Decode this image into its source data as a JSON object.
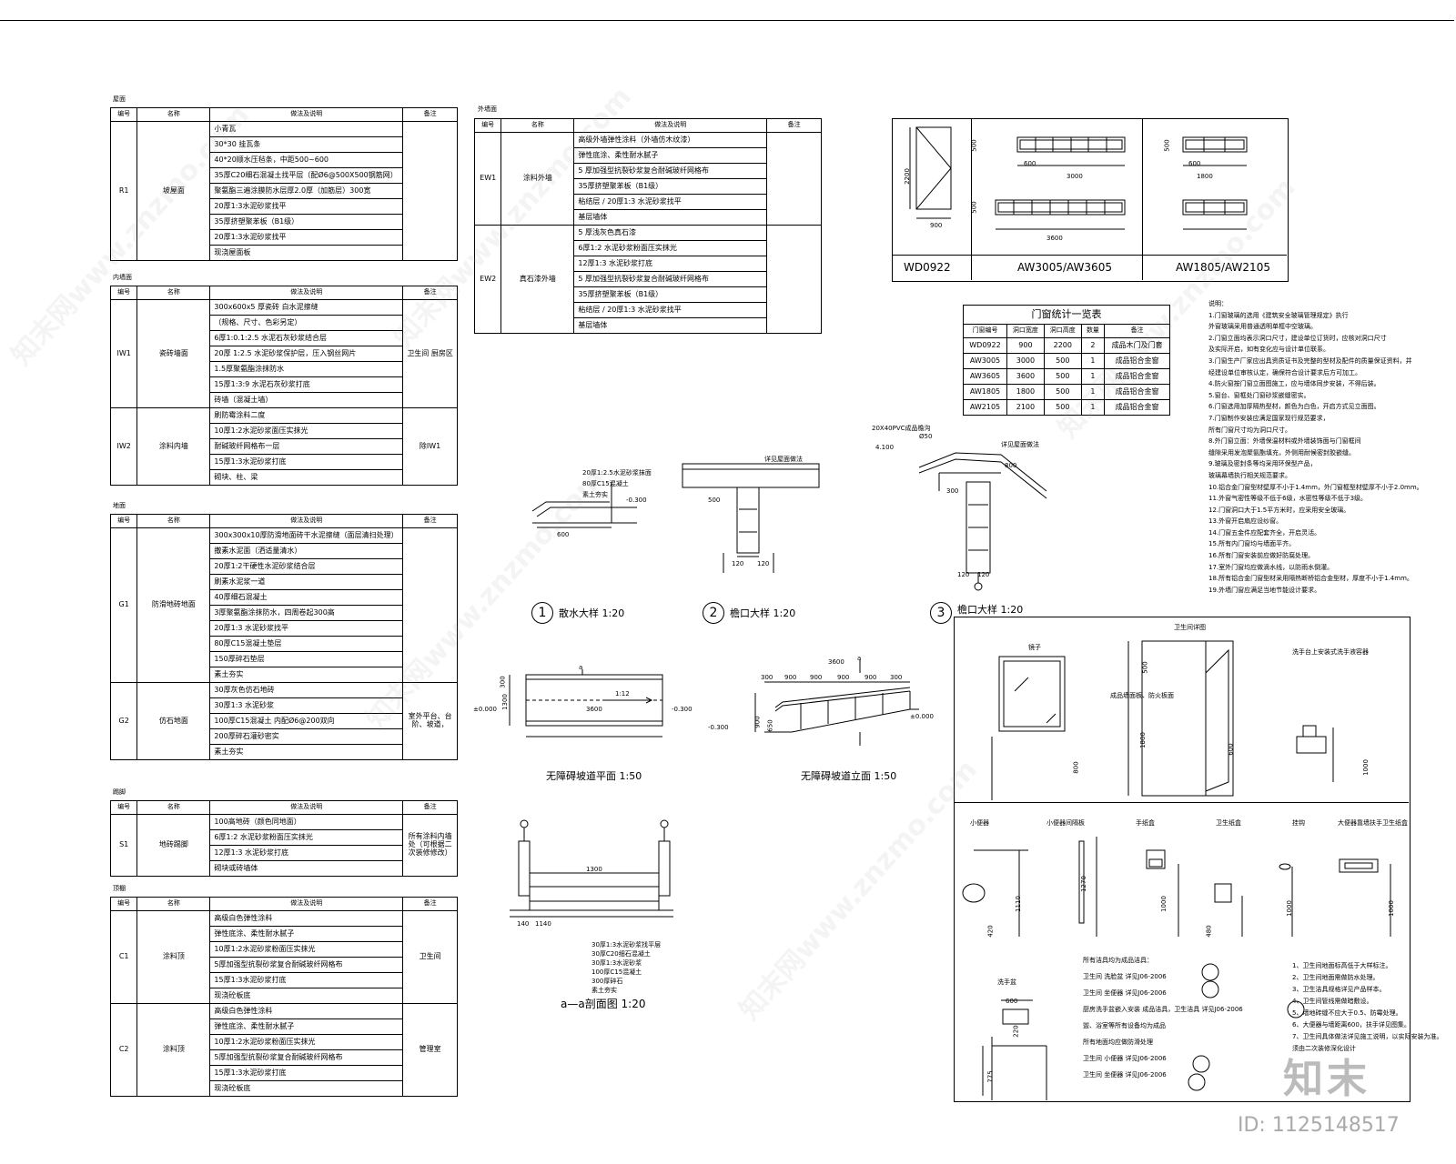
{
  "roof": {
    "title": "屋面",
    "headers": [
      "编号",
      "名称",
      "做法及说明",
      "备注"
    ],
    "rows": [
      {
        "code": "R1",
        "name": "坡屋面",
        "items": [
          "小青瓦",
          "30*30 挂瓦条",
          "40*20顺水压毡条，中距500~600",
          "35厚C20细石混凝土找平层（配Ø6@500X500钢筋网）",
          "聚氨酯三遍涂膜防水层厚2.0厚（加筋层）300宽",
          "20厚1:3水泥砂浆找平",
          "35厚挤塑聚苯板（B1级）",
          "20厚1:3水泥砂浆找平",
          "现浇屋面板"
        ],
        "remark": ""
      }
    ]
  },
  "interior": {
    "title": "内墙面",
    "headers": [
      "编号",
      "名称",
      "做法及说明",
      "备注"
    ],
    "rows": [
      {
        "code": "IW1",
        "name": "瓷砖墙面",
        "items": [
          "300x600x5 厚瓷砖 白水泥擦缝",
          "（规格、尺寸、色彩另定）",
          "6厚1:0.1:2.5 水泥石灰砂浆结合层",
          "20厚 1:2.5 水泥砂浆保护层，压入钢丝网片",
          "1.5厚聚氨酯涂抹防水",
          "15厚1:3:9 水泥石灰砂浆打底",
          "砖墙（混凝土墙）"
        ],
        "remark": "卫生间 厨房区"
      },
      {
        "code": "IW2",
        "name": "涂料内墙",
        "items": [
          "刷防霉涂料二度",
          "10厚1:2水泥砂浆面压实抹光",
          "耐碱玻纤网格布一层",
          "15厚1:3水泥砂浆打底",
          "砌块、柱、梁"
        ],
        "remark": "除IW1"
      }
    ]
  },
  "floor": {
    "title": "地面",
    "headers": [
      "编号",
      "名称",
      "做法及说明",
      "备注"
    ],
    "rows": [
      {
        "code": "G1",
        "name": "防滑地砖地面",
        "items": [
          "300x300x10厚防滑地面砖干水泥擦缝（面层清扫处理）",
          "撒素水泥面（洒适量清水）",
          "20厚1:2干硬性水泥砂浆结合层",
          "刷素水泥浆一道",
          "40厚细石混凝土",
          "3厚聚氨酯涂抹防水，四周卷起300高",
          "20厚1:3 水泥砂浆找平",
          "80厚C15混凝土垫层",
          "150厚碎石垫层",
          "素土夯实"
        ],
        "remark": ""
      },
      {
        "code": "G2",
        "name": "仿石地面",
        "items": [
          "30厚灰色仿石地砖",
          "30厚1:3 水泥砂浆",
          "100厚C15混凝土 内配Ø6@200双向",
          "200厚碎石灌砂密实",
          "素土夯实"
        ],
        "remark": "室外平台、台阶、坡道，"
      }
    ]
  },
  "skirting": {
    "title": "踢脚",
    "headers": [
      "编号",
      "名称",
      "做法及说明",
      "备注"
    ],
    "rows": [
      {
        "code": "S1",
        "name": "地砖踢脚",
        "items": [
          "100高地砖（颜色同地面）",
          "6厚1:2 水泥砂浆粉面压实抹光",
          "12厚1:3 水泥砂浆打底",
          "砌块或砖墙体"
        ],
        "remark": "所有涂料内墙处（可根据二次装修修改）"
      }
    ]
  },
  "ceiling": {
    "title": "顶棚",
    "headers": [
      "编号",
      "名称",
      "做法及说明",
      "备注"
    ],
    "rows": [
      {
        "code": "C1",
        "name": "涂料顶",
        "items": [
          "高级白色弹性涂料",
          "弹性底涂、柔性耐水腻子",
          "10厚1:2水泥砂浆粉面压实抹光",
          "5厚加强型抗裂砂浆复合耐碱玻纤网格布",
          "15厚1:3水泥砂浆打底",
          "现浇砼板底"
        ],
        "remark": "卫生间"
      },
      {
        "code": "C2",
        "name": "涂料顶",
        "items": [
          "高级白色弹性涂料",
          "弹性底涂、柔性耐水腻子",
          "10厚1:2水泥砂浆粉面压实抹光",
          "5厚加强型抗裂砂浆复合耐碱玻纤网格布",
          "15厚1:3水泥砂浆打底",
          "现浇砼板底"
        ],
        "remark": "管理室"
      }
    ]
  },
  "exterior": {
    "title": "外墙面",
    "headers": [
      "编号",
      "名称",
      "做法及说明",
      "备注"
    ],
    "rows": [
      {
        "code": "EW1",
        "name": "涂料外墙",
        "items": [
          "高级外墙弹性涂料（外墙仿木纹漆）",
          "弹性底涂、柔性耐水腻子",
          "5 厚加强型抗裂砂浆复合耐碱玻纤网格布",
          "35厚挤塑聚苯板（B1级）",
          "粘结层 / 20厚1:3 水泥砂浆找平",
          "基层墙体"
        ],
        "remark": ""
      },
      {
        "code": "EW2",
        "name": "真石漆外墙",
        "items": [
          "5 厚浅灰色真石漆",
          "6厚1:2 水泥砂浆粉面压实抹光",
          "12厚1:3 水泥砂浆打底",
          "5 厚加强型抗裂砂浆复合耐碱玻纤网格布",
          "35厚挤塑聚苯板（B1级）",
          "粘结层 / 20厚1:3 水泥砂浆找平",
          "基层墙体"
        ],
        "remark": ""
      }
    ]
  },
  "windows": {
    "labels": [
      "WD0922",
      "AW3005/AW3605",
      "AW1805/AW2105"
    ],
    "dims": {
      "d_h": "2200",
      "d_w": "900",
      "a1_h": "500",
      "a1_seg": "600",
      "a1_tot": "3000",
      "a2_h": "500",
      "a2_tot": "3600",
      "b_h": "500",
      "b_seg": "600",
      "b_tot": "1800"
    }
  },
  "door_table": {
    "title": "门窗统计一览表",
    "headers": [
      "门窗编号",
      "洞口宽度",
      "洞口高度",
      "数量",
      "备注"
    ],
    "rows": [
      [
        "WD0922",
        "900X2200",
        "2",
        "成品木门及门套"
      ],
      [
        "AW3005",
        "3000x500",
        "1",
        "成品铝合金窗"
      ],
      [
        "AW3605",
        "3600X500",
        "1",
        "成品铝合金窗"
      ],
      [
        "AW1805",
        "1800X500",
        "1",
        "成品铝合金窗"
      ],
      [
        "AW2105",
        "2100X500",
        "1",
        "成品铝合金窗"
      ]
    ]
  },
  "notes": {
    "title": "说明：",
    "lines": [
      "1.门窗玻璃的选用《建筑安全玻璃管理规定》执行",
      "  外窗玻璃采用普通透明单框中空玻璃。",
      "2.门窗立面均表示洞口尺寸，建设单位订货时，应核对洞口尺寸",
      "  及实际开启，如有变化应与设计单位联系。",
      "3.门窗生产厂家应出具资质证书及完整的型材及配件的质量保证资料，并",
      "  经建设单位审核认定，确保符合设计要求后方可加工。",
      "4.防火窗按门窗立面图施工，应与墙体同步安装，不得后装。",
      "5.窗台、窗框处门窗砂浆嵌缝密实。",
      "6.门窗选用加厚隔热型材，颜色为白色，开启方式见立面图。",
      "7.门窗制作安装应满足国家现行规范要求，",
      "  所有门窗尺寸均为洞口尺寸。",
      "8.外门窗立面：外墙保温材料或外墙装饰面与门窗框间",
      "  缝隙采用发泡聚氨酯填充，外侧用耐候密封胶嵌缝。",
      "9.玻璃及密封条等均采用环保型产品，",
      "  玻璃幕墙执行相关规范要求。",
      "10.铝合金门窗型材壁厚不小于1.4mm，外门窗框型材壁厚不小于2.0mm。",
      "11.外窗气密性等级不低于6级，水密性等级不低于3级。",
      "12.门窗洞口大于1.5平方米时，应采用安全玻璃。",
      "13.外窗开启扇应设纱窗。",
      "14.门窗五金件应配套齐全，开启灵活。",
      "15.所有内门窗均与墙面平齐。",
      "16.所有门窗安装前应做好防腐处理。",
      "17.室外门窗均应做滴水线，以防雨水倒灌。",
      "18.所有铝合金门窗型材采用隔热断桥铝合金型材，厚度不小于1.4mm。",
      "19.外墙门窗应满足当地节能设计要求。"
    ]
  },
  "details": {
    "d1": {
      "num": "1",
      "title": "散水大样 1:20",
      "notes": [
        "20厚1:2.5水泥砂浆抹面",
        "80厚C15混凝土",
        "素土夯实"
      ],
      "elev": "-0.300",
      "dim": "600"
    },
    "d2": {
      "num": "2",
      "title": "檐口大样 1:20",
      "notes": [
        "详见屋面做法"
      ],
      "dims": [
        "500",
        "120",
        "120"
      ]
    },
    "d3": {
      "num": "3",
      "title": "檐口大样 1:20",
      "notes": [
        "详见屋面做法",
        "20X40PVC成品檐沟",
        "Ø50"
      ],
      "elev": "4.100",
      "dims": [
        "300",
        "120",
        "120",
        "800"
      ]
    }
  },
  "ramp": {
    "plan_title": "无障碍坡道平面 1:50",
    "elev_title": "无障碍坡道立面 1:50",
    "plan": {
      "grid": "a",
      "slope": "1:12",
      "len": "3600",
      "w1": "1300",
      "e1": "±0.000",
      "e2": "-0.300",
      "top": "300"
    },
    "elev": {
      "grid": "a",
      "tot": "3600",
      "segs": [
        "300",
        "900",
        "900",
        "900",
        "900",
        "300"
      ],
      "h1": "900",
      "h2": "650",
      "e1": "±0.000",
      "e2": "-0.300"
    }
  },
  "section": {
    "title": "a—a剖面图 1:20",
    "width": "1300",
    "dims": [
      "140",
      "1140"
    ],
    "notes": [
      "30厚1:3水泥砂浆找平层",
      "30厚C20细石混凝土",
      "30厚1:3水泥砂浆",
      "100厚C15混凝土",
      "300厚碎石",
      "素土夯实"
    ]
  },
  "toilet": {
    "title": "卫生间详图",
    "mirror": "镜子",
    "sections": [
      "小便器",
      "小便器间隔板",
      "手纸盒",
      "卫生纸盒",
      "挂钩",
      "大便器靠墙扶手卫生纸盒",
      "洗手盆"
    ],
    "label_a": "洗手台上安装式洗手液容器",
    "label_b": "成品墙面板、防火板面",
    "dims": [
      "500",
      "600",
      "1800",
      "800",
      "1000",
      "1110",
      "420",
      "1270",
      "1000",
      "480",
      "1000",
      "1000",
      "600",
      "220",
      "775"
    ],
    "refs_title": "所有洁具均为成品洁具：",
    "refs": [
      "卫生间 洗脸盆 详见J06-2006",
      "卫生间 坐便器 详见J06-2006",
      "厨房洗手盆嵌入安装 成品洁具，卫生洁具 详见J06-2006",
      "盥、浴室等所有设备均为成品",
      "所有地面均应做防滑处理",
      "卫生间 小便器 详见J06-2006",
      "卫生间 坐便器 详见J06-2006"
    ],
    "notes": [
      "1、卫生间地面标高低于大样标注。",
      "2、卫生间地面需做防水处理。",
      "3、卫生洁具规格详见产品样本。",
      "4、卫生间管线需做暗敷设。",
      "5、墙地砖缝不应大于0.5、防霉处理。",
      "6、大便器与墙距离600，扶手详见图集。",
      "7、卫生间具体做法详见施工说明，以实际安装为准。",
      "   须由二次装修深化设计"
    ]
  },
  "brand": {
    "logo": "知末",
    "id": "ID: 1125148517",
    "wm": "知末网www.znzmo.com"
  }
}
